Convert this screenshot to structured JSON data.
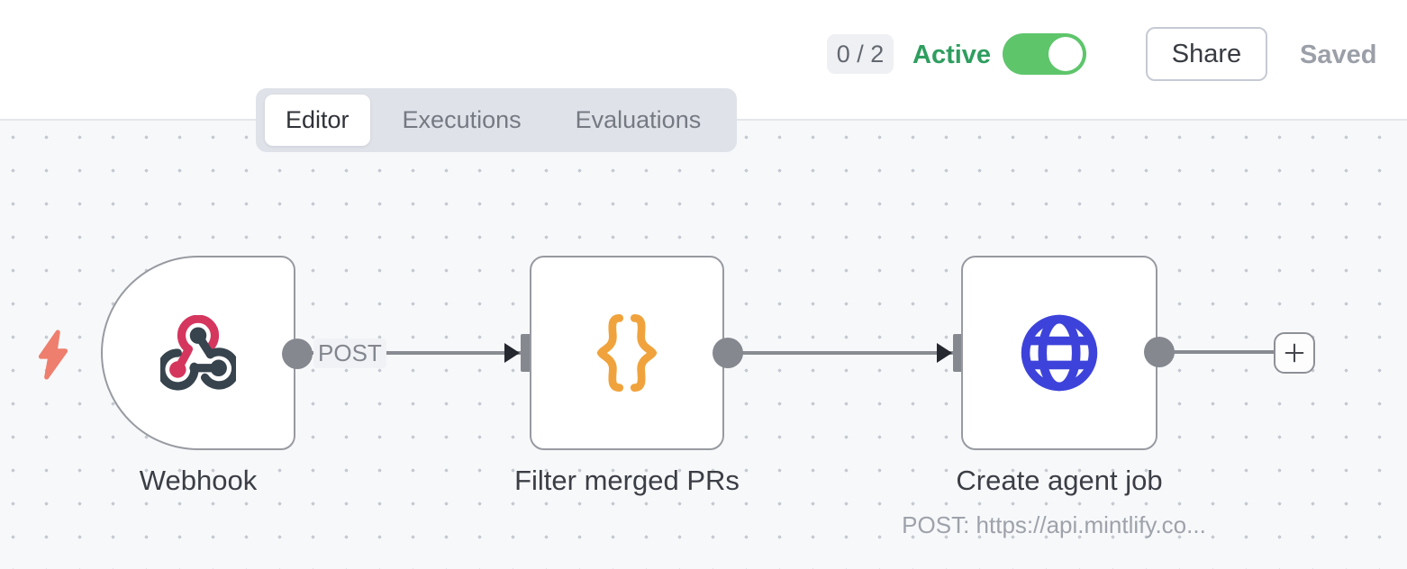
{
  "header": {
    "counter": "0 / 2",
    "active_label": "Active",
    "active_state": "on",
    "share_label": "Share",
    "saved_label": "Saved"
  },
  "tabs": [
    {
      "label": "Editor",
      "active": true
    },
    {
      "label": "Executions",
      "active": false
    },
    {
      "label": "Evaluations",
      "active": false
    }
  ],
  "canvas": {
    "nodes": [
      {
        "id": "webhook",
        "label": "Webhook",
        "icon": "webhook-icon",
        "shape": "trigger"
      },
      {
        "id": "filter-merged-prs",
        "label": "Filter merged PRs",
        "icon": "code-braces-icon",
        "shape": "square"
      },
      {
        "id": "create-agent-job",
        "label": "Create agent job",
        "subtitle": "POST: https://api.mintlify.co...",
        "icon": "globe-icon",
        "shape": "square"
      }
    ],
    "connections": [
      {
        "from": "webhook",
        "to": "filter-merged-prs",
        "label": "POST"
      },
      {
        "from": "filter-merged-prs",
        "to": "create-agent-job",
        "label": ""
      },
      {
        "from": "create-agent-job",
        "to": "add-node-button",
        "label": ""
      }
    ],
    "indicator": "trigger-bolt-icon"
  },
  "colors": {
    "toggle_green": "#5ec56b",
    "active_text_green": "#2e9e5f",
    "webhook_pink": "#d5365e",
    "webhook_slate": "#37434d",
    "braces_orange": "#f0a33c",
    "globe_blue": "#3d43da",
    "bolt_salmon": "#ee7e6d",
    "connector_gray": "#85888f",
    "canvas_bg": "#f7f8fa"
  }
}
